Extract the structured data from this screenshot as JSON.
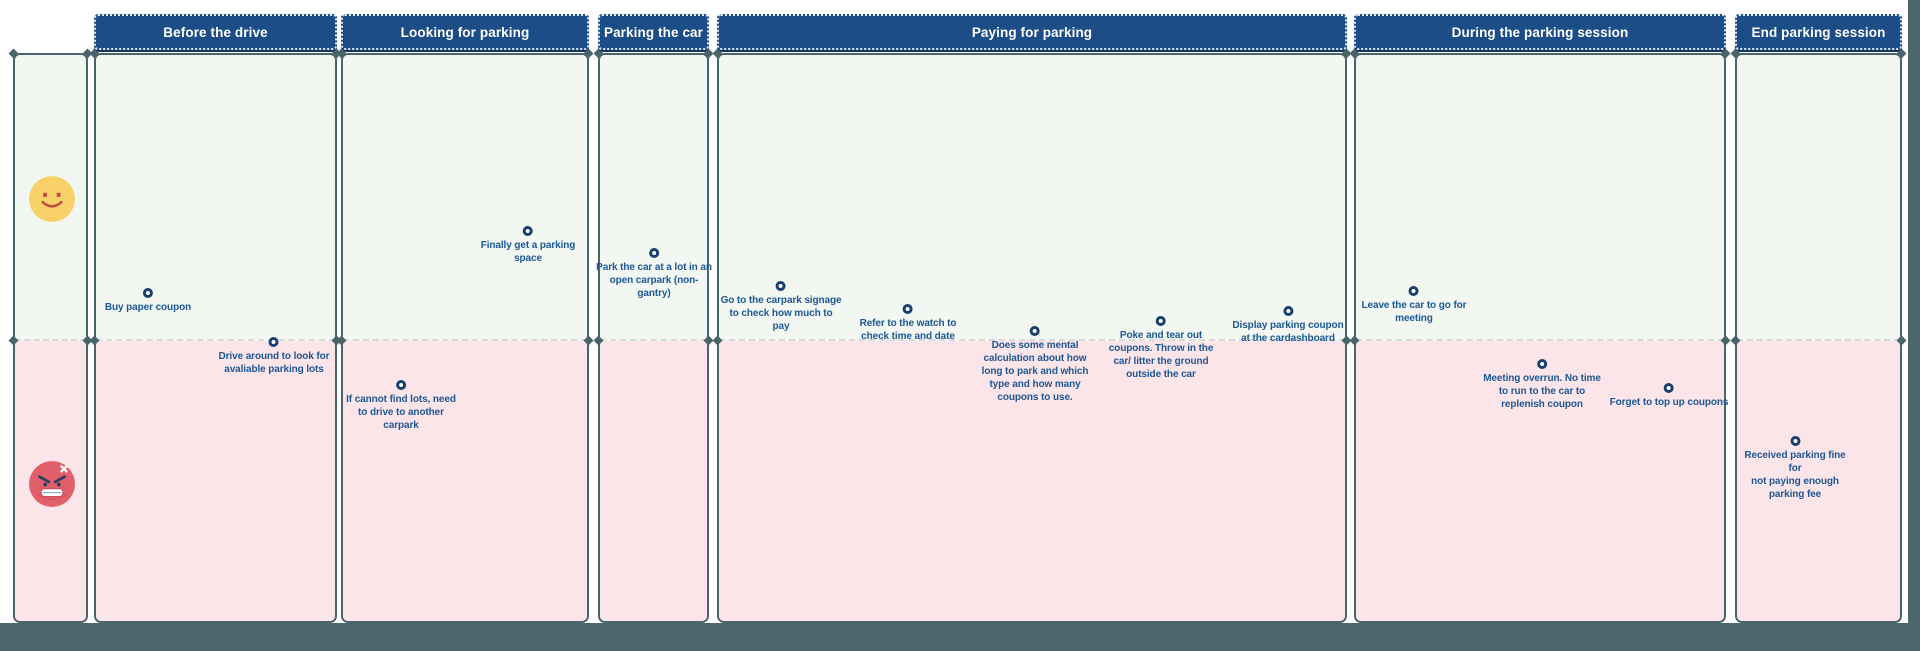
{
  "board": {
    "type": "user-journey-map",
    "canvas_color": "#4c666c",
    "frame_color": "#ffffff"
  },
  "palette": {
    "header_bg": "#1d4d87",
    "header_text": "#ffffff",
    "card_border": "#4a646c",
    "positive_bg": "#f2f7f2",
    "negative_bg": "#fce5e8",
    "note_text": "#1c5796",
    "dot_ring": "#173f6d",
    "happy_face": "#f8d169",
    "happy_features": "#bf4a43",
    "angry_face": "#e05f6a",
    "angry_features": "#2c3e63"
  },
  "stages": [
    {
      "id": "before-the-drive",
      "header": "Before the drive"
    },
    {
      "id": "looking-for-parking",
      "header": "Looking for parking"
    },
    {
      "id": "parking-the-car",
      "header": "Parking the car"
    },
    {
      "id": "paying-for-parking",
      "header": "Paying for parking"
    },
    {
      "id": "during-the-parking-session",
      "header": "During the parking session"
    },
    {
      "id": "end-parking-session",
      "header": "End parking session"
    }
  ],
  "rows": [
    {
      "sentiment": "positive",
      "emoji": "happy-face"
    },
    {
      "sentiment": "negative",
      "emoji": "angry-face"
    }
  ],
  "notes": [
    {
      "stage": "before-the-drive",
      "sentiment": "positive",
      "label": "Buy paper coupon"
    },
    {
      "stage": "before-the-drive",
      "sentiment": "negative",
      "label": "Drive around to look for\navaliable parking lots"
    },
    {
      "stage": "looking-for-parking",
      "sentiment": "positive",
      "label": "Finally get a parking\nspace"
    },
    {
      "stage": "looking-for-parking",
      "sentiment": "negative",
      "label": "If cannot find lots, need\nto drive to another\ncarpark"
    },
    {
      "stage": "parking-the-car",
      "sentiment": "positive",
      "label": "Park the car at a lot in an\nopen carpark (non-\ngantry)"
    },
    {
      "stage": "paying-for-parking",
      "sentiment": "positive",
      "label": "Go to the carpark signage\nto check how much to\npay"
    },
    {
      "stage": "paying-for-parking",
      "sentiment": "positive",
      "label": "Refer to the watch to\ncheck time and date"
    },
    {
      "stage": "paying-for-parking",
      "sentiment": "negative",
      "label": "Does some mental\ncalculation about how\nlong to park and which\ntype and how many\ncoupons to use."
    },
    {
      "stage": "paying-for-parking",
      "sentiment": "negative",
      "label": "Poke and tear out\ncoupons. Throw in the\ncar/ litter the ground\noutside the car"
    },
    {
      "stage": "paying-for-parking",
      "sentiment": "positive",
      "label": "Display parking coupon\nat the cardashboard"
    },
    {
      "stage": "during-the-parking-session",
      "sentiment": "positive",
      "label": "Leave the car to go for\nmeeting"
    },
    {
      "stage": "during-the-parking-session",
      "sentiment": "negative",
      "label": "Meeting overrun. No time\nto run to the car to\nreplenish coupon"
    },
    {
      "stage": "during-the-parking-session",
      "sentiment": "negative",
      "label": "Forget to top up coupons"
    },
    {
      "stage": "end-parking-session",
      "sentiment": "negative",
      "label": "Received parking fine for\nnot paying enough\nparking fee"
    }
  ]
}
